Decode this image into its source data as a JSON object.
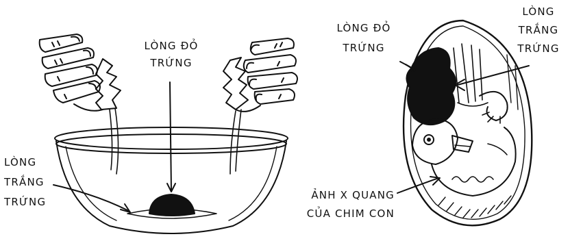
{
  "labels": {
    "yolk_left": [
      "LÒNG ĐỎ",
      "TRỨNG"
    ],
    "white_left": [
      "LÒNG",
      "TRẮNG",
      "TRỨNG"
    ],
    "yolk_right": [
      "LÒNG ĐỎ",
      "TRỨNG"
    ],
    "white_right": [
      "LÒNG",
      "TRẮNG",
      "TRỨNG"
    ],
    "xray": [
      "ẢNH X QUANG",
      "CỦA CHIM CON"
    ]
  },
  "colors": {
    "ink": "#111111",
    "paper": "#ffffff"
  }
}
